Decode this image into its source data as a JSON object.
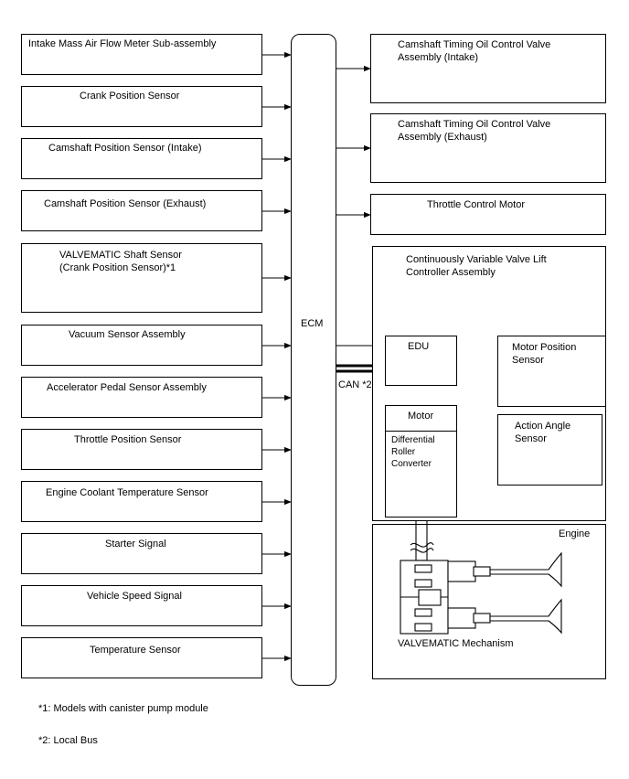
{
  "ecm": {
    "label": "ECM"
  },
  "inputs": [
    "Intake Mass Air Flow Meter Sub-assembly",
    "Crank Position Sensor",
    "Camshaft Position Sensor (Intake)",
    "Camshaft Position Sensor (Exhaust)",
    "VALVEMATIC Shaft Sensor",
    "Vacuum Sensor Assembly",
    "Accelerator Pedal Sensor Assembly",
    "Throttle Position Sensor",
    "Engine Coolant Temperature Sensor",
    "Starter Signal",
    "Vehicle Speed Signal",
    "Temperature Sensor"
  ],
  "input_subline": "(Crank Position Sensor)*1",
  "outputs": {
    "ocv_intake_l1": "Camshaft Timing Oil Control Valve",
    "ocv_intake_l2": "Assembly (Intake)",
    "ocv_exhaust_l1": "Camshaft Timing Oil Control Valve",
    "ocv_exhaust_l2": "Assembly (Exhaust)",
    "throttle_motor": "Throttle Control Motor"
  },
  "controller": {
    "title_l1": "Continuously Variable Valve Lift",
    "title_l2": "Controller Assembly",
    "edu": "EDU",
    "motor_position_l1": "Motor Position",
    "motor_position_l2": "Sensor",
    "action_angle_l1": "Action Angle",
    "action_angle_l2": "Sensor",
    "motor": "Motor",
    "diff_l1": "Differential",
    "diff_l2": "Roller",
    "diff_l3": "Converter"
  },
  "can_label": "CAN *2",
  "engine": {
    "title": "Engine",
    "mechanism": "VALVEMATIC Mechanism"
  },
  "notes": {
    "note1": "*1: Models with canister pump module",
    "note2": "*2: Local Bus"
  }
}
